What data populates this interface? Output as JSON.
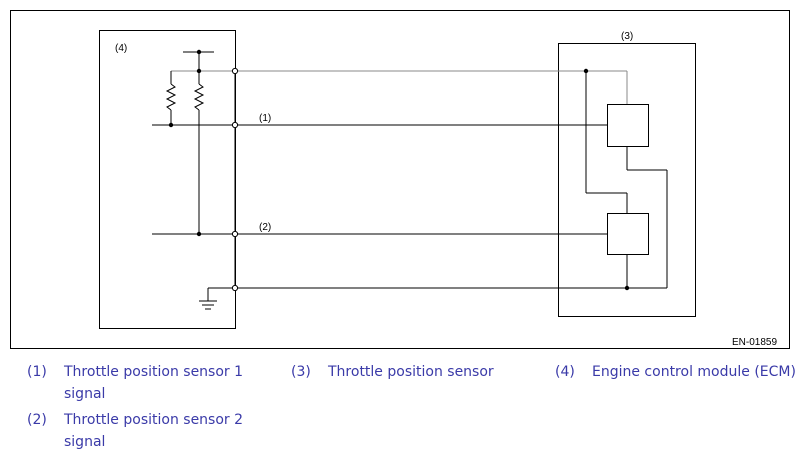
{
  "diagram": {
    "code": "EN-01859",
    "box_labels": {
      "ecm": "(4)",
      "sensor": "(3)"
    },
    "wire_labels": {
      "signal1": "(1)",
      "signal2": "(2)"
    }
  },
  "legend": [
    {
      "num": "(1)",
      "text": "Throttle position sensor 1 signal"
    },
    {
      "num": "(2)",
      "text": "Throttle position sensor 2 signal"
    },
    {
      "num": "(3)",
      "text": "Throttle position sensor"
    },
    {
      "num": "(4)",
      "text": "Engine control module (ECM)"
    }
  ]
}
